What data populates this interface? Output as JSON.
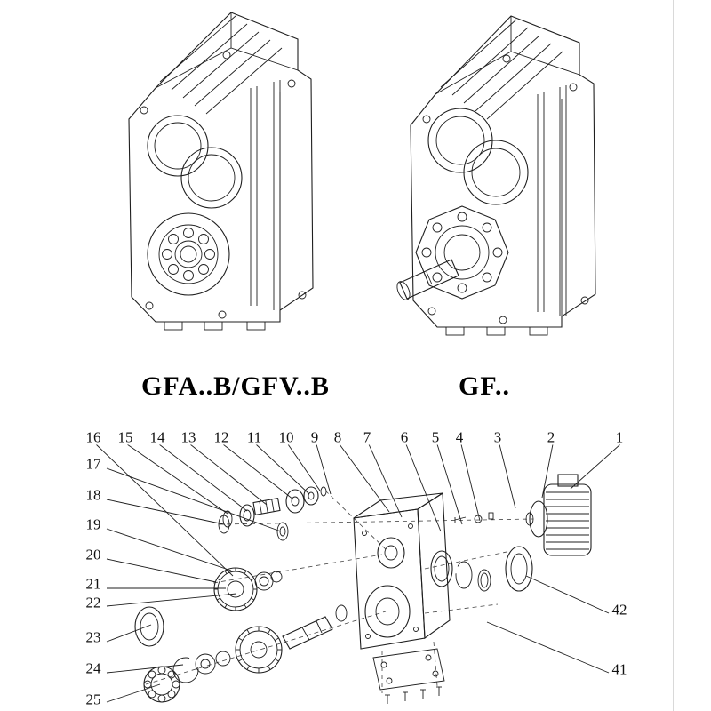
{
  "model_labels": {
    "left": "GFA..B/GFV..B",
    "right": "GF.."
  },
  "callouts": {
    "top": [
      "16",
      "15",
      "14",
      "13",
      "12",
      "11",
      "10",
      "9",
      "8",
      "7",
      "6",
      "5",
      "4",
      "3",
      "2",
      "1"
    ],
    "left": [
      "17",
      "18",
      "19",
      "20",
      "21",
      "22",
      "23",
      "24",
      "25"
    ],
    "right": [
      "42",
      "41"
    ]
  },
  "colors": {
    "line": "#1f1f1f",
    "background": "#ffffff"
  }
}
